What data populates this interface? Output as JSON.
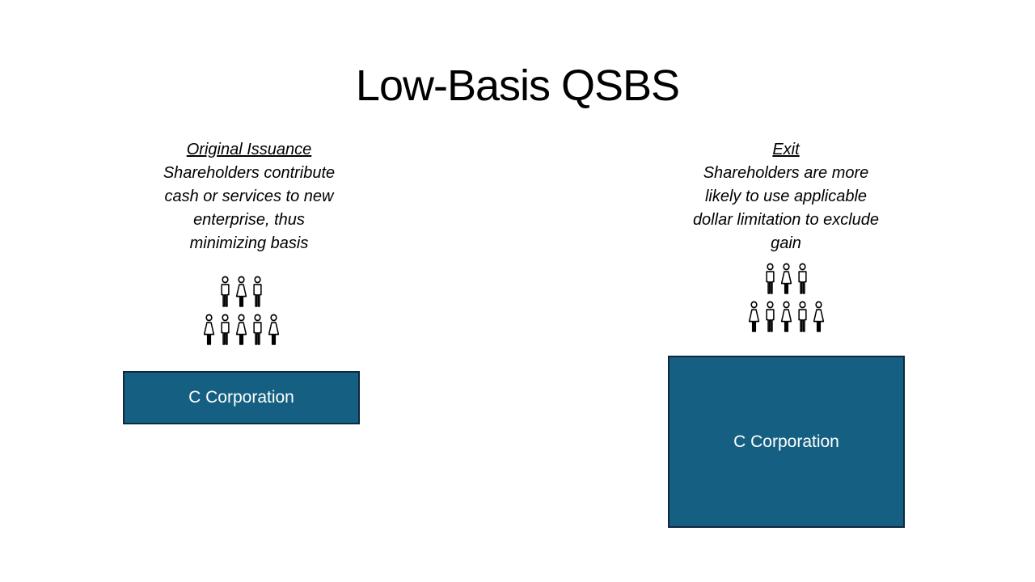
{
  "slide": {
    "title": "Low-Basis QSBS"
  },
  "colors": {
    "background": "#FFFFFF",
    "text": "#000000",
    "box_fill": "#156082",
    "box_border": "#0E2841",
    "box_text": "#FFFFFF",
    "icon_stroke": "#000000"
  },
  "left": {
    "heading": "Original Issuance",
    "body_lines": [
      "Shareholders contribute",
      "cash or services to new",
      "enterprise, thus",
      "minimizing basis"
    ],
    "people_rows": [
      [
        "man",
        "woman",
        "man"
      ],
      [
        "woman",
        "man",
        "woman",
        "man",
        "woman"
      ]
    ],
    "box_label": "C Corporation"
  },
  "right": {
    "heading": "Exit",
    "body_lines": [
      "Shareholders are more",
      "likely to use applicable",
      "dollar limitation to exclude",
      "gain"
    ],
    "people_rows": [
      [
        "man",
        "woman",
        "man"
      ],
      [
        "woman",
        "man",
        "woman",
        "man",
        "woman"
      ]
    ],
    "box_label": "C Corporation"
  }
}
